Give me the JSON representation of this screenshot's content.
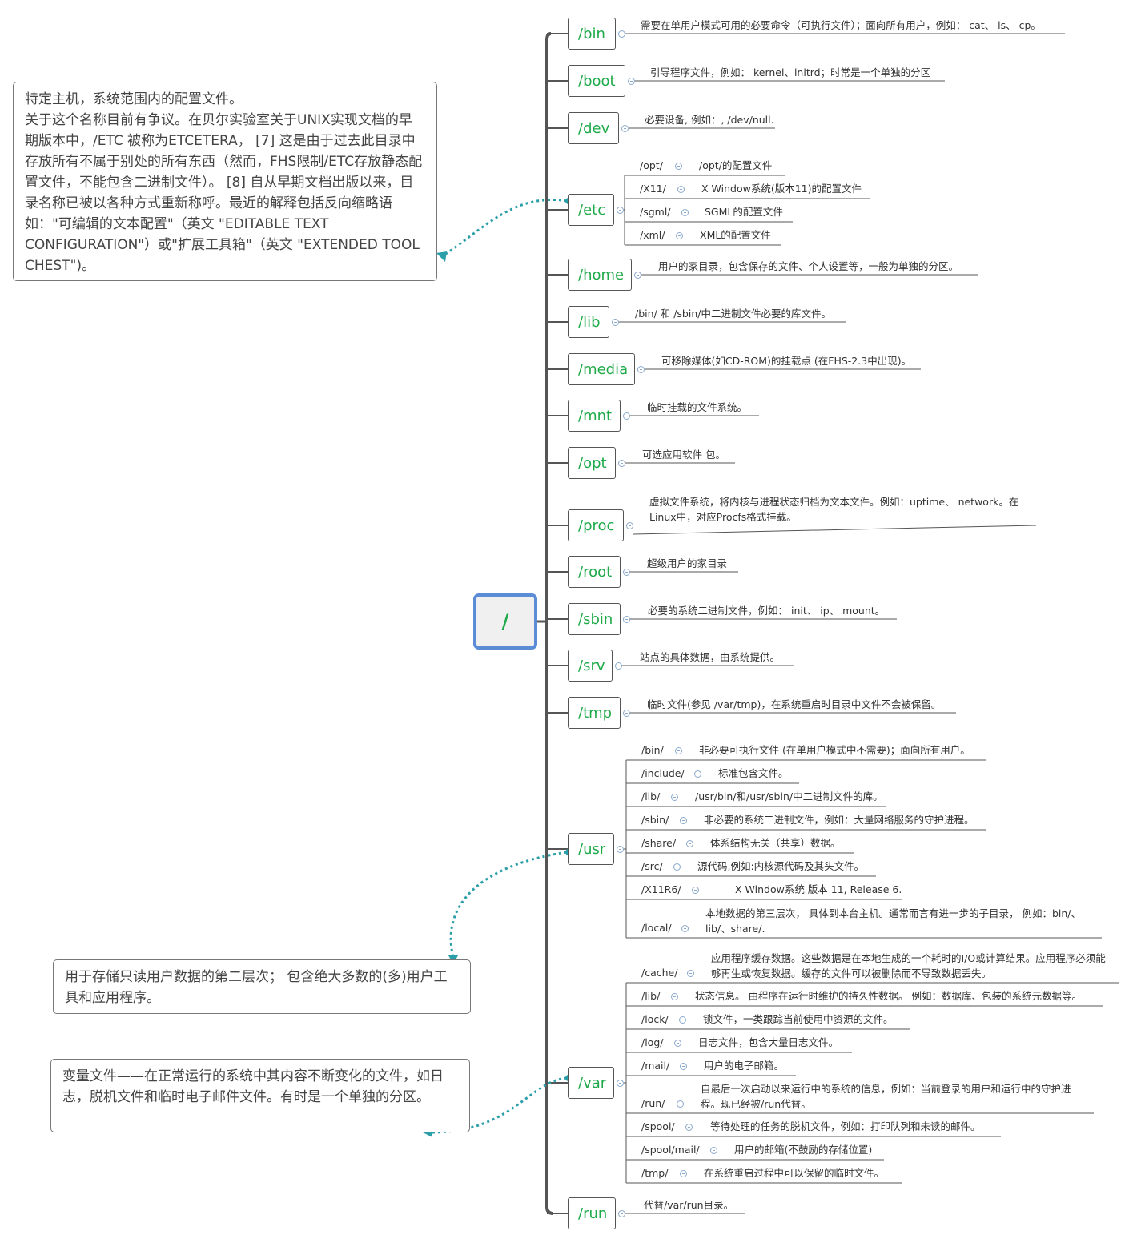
{
  "colors": {
    "accent_green": "#1faa4a",
    "root_border": "#5b8dd6",
    "connector_teal": "#2a9fa8",
    "trunk": "#555555"
  },
  "root": {
    "label": "/"
  },
  "branches": [
    {
      "label": "/bin",
      "desc": "需要在单用户模式可用的必要命令（可执行文件）；面向所有用户，例如： cat、 ls、 cp。"
    },
    {
      "label": "/boot",
      "desc": "引导程序文件，例如： kernel、initrd；时常是一个单独的分区"
    },
    {
      "label": "/dev",
      "desc": "必要设备, 例如：, /dev/null."
    },
    {
      "label": "/etc",
      "children": [
        {
          "key": "/opt/",
          "value": "/opt/的配置文件"
        },
        {
          "key": "/X11/",
          "value": "X Window系统(版本11)的配置文件"
        },
        {
          "key": "/sgml/",
          "value": "SGML的配置文件"
        },
        {
          "key": "/xml/",
          "value": "XML的配置文件"
        }
      ]
    },
    {
      "label": "/home",
      "desc": "用户的家目录，包含保存的文件、个人设置等，一般为单独的分区。"
    },
    {
      "label": "/lib",
      "desc": "/bin/ 和 /sbin/中二进制文件必要的库文件。"
    },
    {
      "label": "/media",
      "desc": "可移除媒体(如CD-ROM)的挂载点 (在FHS-2.3中出现)。"
    },
    {
      "label": "/mnt",
      "desc": "临时挂载的文件系统。"
    },
    {
      "label": "/opt",
      "desc": "可选应用软件 包。"
    },
    {
      "label": "/proc",
      "desc": "虚拟文件系统，将内核与进程状态归档为文本文件。例如：uptime、 network。在Linux中，对应Procfs格式挂载。"
    },
    {
      "label": "/root",
      "desc": "超级用户的家目录"
    },
    {
      "label": "/sbin",
      "desc": "必要的系统二进制文件，例如： init、 ip、 mount。"
    },
    {
      "label": "/srv",
      "desc": "站点的具体数据，由系统提供。"
    },
    {
      "label": "/tmp",
      "desc": "临时文件(参见 /var/tmp)，在系统重启时目录中文件不会被保留。"
    },
    {
      "label": "/usr",
      "children": [
        {
          "key": "/bin/",
          "value": "非必要可执行文件 (在单用户模式中不需要)；面向所有用户。"
        },
        {
          "key": "/include/",
          "value": "标准包含文件。"
        },
        {
          "key": "/lib/",
          "value": "/usr/bin/和/usr/sbin/中二进制文件的库。"
        },
        {
          "key": "/sbin/",
          "value": "非必要的系统二进制文件，例如：大量网络服务的守护进程。"
        },
        {
          "key": "/share/",
          "value": "体系结构无关（共享）数据。"
        },
        {
          "key": "/src/",
          "value": "源代码,例如:内核源代码及其头文件。"
        },
        {
          "key": "/X11R6/",
          "value": "X Window系统 版本 11, Release 6."
        },
        {
          "key": "/local/",
          "value": "本地数据的第三层次， 具体到本台主机。通常而言有进一步的子目录， 例如：bin/、lib/、share/."
        }
      ]
    },
    {
      "label": "/var",
      "children": [
        {
          "key": "/cache/",
          "value": "应用程序缓存数据。这些数据是在本地生成的一个耗时的I/O或计算结果。应用程序必须能够再生或恢复数据。缓存的文件可以被删除而不导致数据丢失。"
        },
        {
          "key": "/lib/",
          "value": "状态信息。 由程序在运行时维护的持久性数据。 例如：数据库、包装的系统元数据等。"
        },
        {
          "key": "/lock/",
          "value": "锁文件，一类跟踪当前使用中资源的文件。"
        },
        {
          "key": "/log/",
          "value": "日志文件，包含大量日志文件。"
        },
        {
          "key": "/mail/",
          "value": "用户的电子邮箱。"
        },
        {
          "key": "/run/",
          "value": "自最后一次启动以来运行中的系统的信息，例如：当前登录的用户和运行中的守护进程。现已经被/run代替。"
        },
        {
          "key": "/spool/",
          "value": "等待处理的任务的脱机文件，例如：打印队列和未读的邮件。"
        },
        {
          "key": "/spool/mail/",
          "value": "用户的邮箱(不鼓励的存储位置)"
        },
        {
          "key": "/tmp/",
          "value": "在系统重启过程中可以保留的临时文件。"
        }
      ]
    },
    {
      "label": "/run",
      "desc": "代替/var/run目录。"
    }
  ],
  "notes": {
    "etc": "特定主机，系统范围内的配置文件。\n关于这个名称目前有争议。在贝尔实验室关于UNIX实现文档的早期版本中，/ETC 被称为ETCETERA， [7] 这是由于过去此目录中存放所有不属于别处的所有东西（然而，FHS限制/ETC存放静态配置文件，不能包含二进制文件）。 [8] 自从早期文档出版以来，目录名称已被以各种方式重新称呼。最近的解释包括反向缩略语如：\"可编辑的文本配置\"（英文 \"EDITABLE TEXT CONFIGURATION\"）或\"扩展工具箱\"（英文 \"EXTENDED TOOL CHEST\")。",
    "usr": "用于存储只读用户数据的第二层次； 包含绝大多数的(多)用户工具和应用程序。",
    "var": "变量文件——在正常运行的系统中其内容不断变化的文件，如日志，脱机文件和临时电子邮件文件。有时是一个单独的分区。"
  }
}
